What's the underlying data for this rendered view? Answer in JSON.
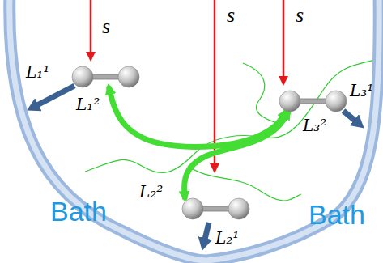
{
  "diagram": {
    "nodes": [
      {
        "text": [
          "Bath",
          "Bath"
        ]
      },
      {
        "text": [
          "L₁¹",
          "L₁²"
        ],
        "in": 0
      },
      {
        "text": [
          "L₃¹",
          "L₃²"
        ],
        "in": 0
      },
      {
        "text": [
          "L₂²",
          "L₂¹"
        ],
        "in": 0
      }
    ],
    "edges": [
      {
        "from": 1,
        "to": 2,
        "arrow": "both"
      },
      {
        "from": 3,
        "to": 2,
        "arrow": "both"
      }
    ],
    "labels": [
      "s",
      "s",
      "s"
    ]
  }
}
